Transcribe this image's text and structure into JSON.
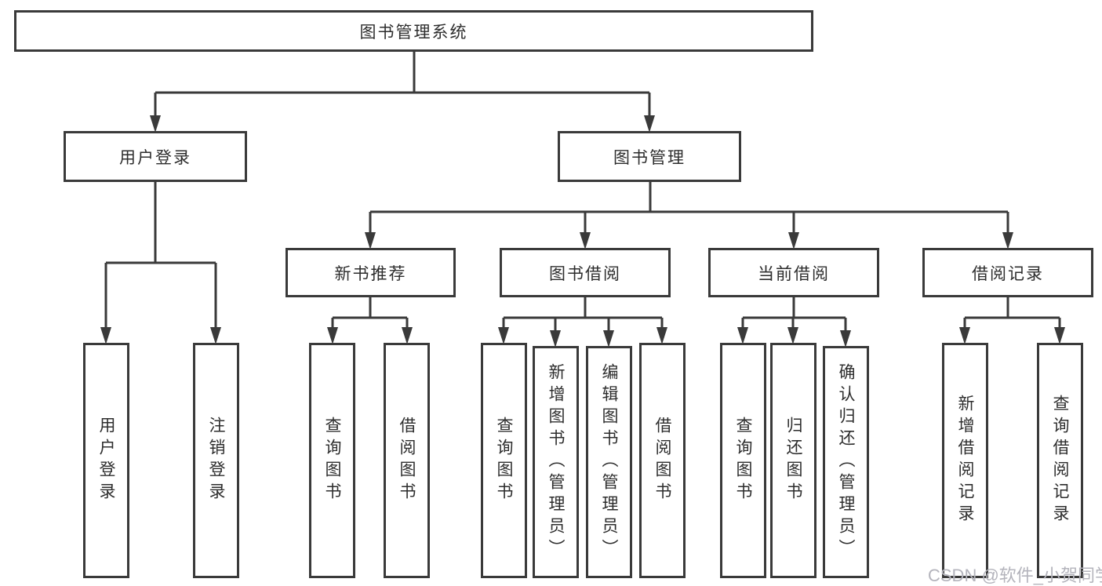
{
  "tree": {
    "label": "图书管理系统",
    "children": [
      {
        "label": "用户登录",
        "children": [
          {
            "label": "用户登录"
          },
          {
            "label": "注销登录"
          }
        ]
      },
      {
        "label": "图书管理",
        "children": [
          {
            "label": "新书推荐",
            "children": [
              {
                "label": "查询图书"
              },
              {
                "label": "借阅图书"
              }
            ]
          },
          {
            "label": "图书借阅",
            "children": [
              {
                "label": "查询图书"
              },
              {
                "label": "新增图书（管理员）"
              },
              {
                "label": "编辑图书（管理员）"
              },
              {
                "label": "借阅图书"
              }
            ]
          },
          {
            "label": "当前借阅",
            "children": [
              {
                "label": "查询图书"
              },
              {
                "label": "归还图书"
              },
              {
                "label": "确认归还（管理员）"
              }
            ]
          },
          {
            "label": "借阅记录",
            "children": [
              {
                "label": "新增借阅记录"
              },
              {
                "label": "查询借阅记录"
              }
            ]
          }
        ]
      }
    ]
  },
  "watermark": {
    "text": "CSDN @软件_小贺同学"
  },
  "colors": {
    "line": "#3a3a3a",
    "text": "#2d2d2d",
    "background": "#ffffff",
    "watermark": "#b4b4bc"
  }
}
